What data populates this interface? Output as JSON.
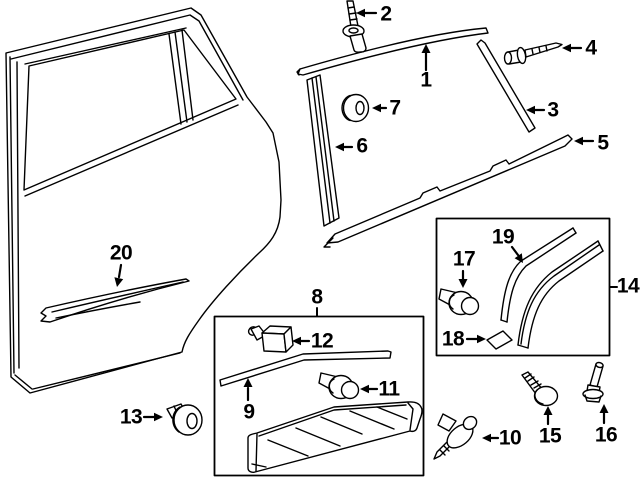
{
  "diagram": {
    "background_color": "#ffffff",
    "line_color": "#000000",
    "callouts": [
      {
        "label": "1"
      },
      {
        "label": "2"
      },
      {
        "label": "3"
      },
      {
        "label": "4"
      },
      {
        "label": "5"
      },
      {
        "label": "6"
      },
      {
        "label": "7"
      },
      {
        "label": "8"
      },
      {
        "label": "9"
      },
      {
        "label": "10"
      },
      {
        "label": "11"
      },
      {
        "label": "12"
      },
      {
        "label": "13"
      },
      {
        "label": "14"
      },
      {
        "label": "15"
      },
      {
        "label": "16"
      },
      {
        "label": "17"
      },
      {
        "label": "18"
      },
      {
        "label": "19"
      },
      {
        "label": "20"
      }
    ]
  }
}
